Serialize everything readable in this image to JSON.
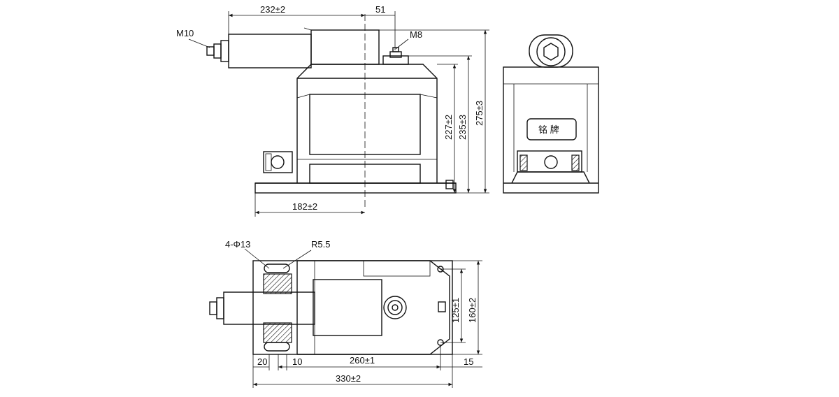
{
  "drawing": {
    "dimensions": {
      "width_232": "232±2",
      "offset_51": "51",
      "height_227": "227±2",
      "height_235": "235±3",
      "height_275": "275±3",
      "base_182": "182±2",
      "holes": "4-Φ13",
      "radius": "R5.5",
      "width_125": "125±1",
      "width_160": "160±2",
      "bottom_20": "20",
      "bottom_10": "10",
      "bottom_260": "260±1",
      "bottom_15": "15",
      "total_330": "330±2"
    },
    "thread_labels": {
      "m10": "M10",
      "m8": "M8"
    },
    "nameplate": "铭 牌"
  }
}
